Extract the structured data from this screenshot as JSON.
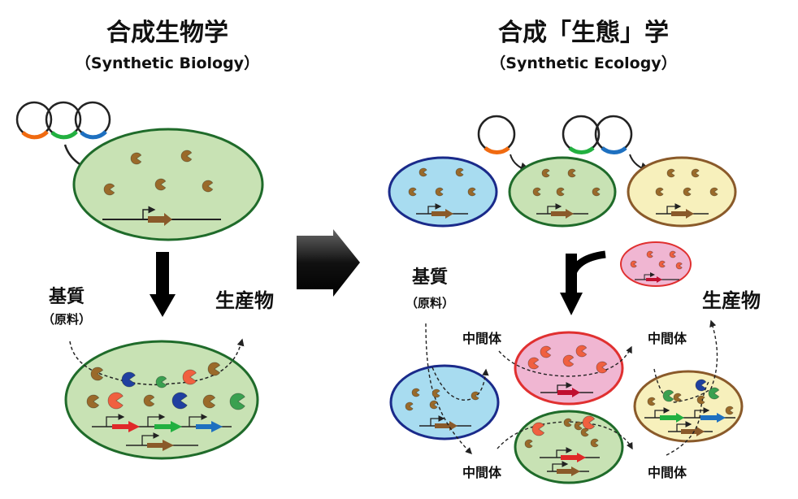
{
  "left_panel": {
    "title": "合成生物学",
    "subtitle": "（Synthetic Biology）",
    "substrate_label": "基質",
    "substrate_sub": "（原料）",
    "product_label": "生産物"
  },
  "right_panel": {
    "title": "合成「生態」学",
    "subtitle": "（Synthetic Ecology）",
    "substrate_label": "基質",
    "substrate_sub": "（原料）",
    "product_label": "生産物",
    "intermediate_labels": [
      "中間体",
      "中間体",
      "中間体",
      "中間体"
    ]
  },
  "colors": {
    "cell_green_fill": "#c8e2b4",
    "cell_green_stroke": "#1f6b2a",
    "cell_blue_fill": "#a8dcf0",
    "cell_blue_stroke": "#1a2a8a",
    "cell_yellow_fill": "#f7f0bc",
    "cell_yellow_stroke": "#8a5a2a",
    "cell_pink_fill": "#f0b6d2",
    "cell_pink_stroke": "#e03030",
    "enzyme_brown": "#9a6a2a",
    "enzyme_red": "#f06040",
    "enzyme_blue": "#2040a0",
    "enzyme_green": "#3aa050",
    "gene_red": "#e02828",
    "gene_green": "#22b040",
    "gene_blue": "#1e70c0",
    "gene_brown": "#8a5a2a",
    "plasmid_orange": "#f06a10"
  }
}
